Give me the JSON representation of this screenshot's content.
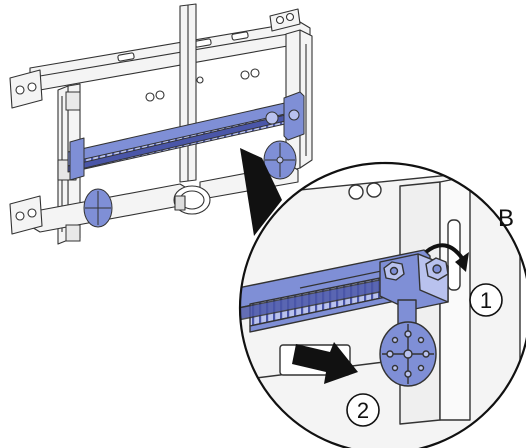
{
  "figure": {
    "panel_label": "B",
    "step_1": "1",
    "step_2": "2"
  },
  "colors": {
    "frame_line": "#333333",
    "frame_fill": "#f4f4f4",
    "bracket_blue": "#7f8fd6",
    "bracket_blue_dark": "#4a56a8",
    "bracket_blue_light": "#b9c2ee",
    "ink": "#111111"
  }
}
